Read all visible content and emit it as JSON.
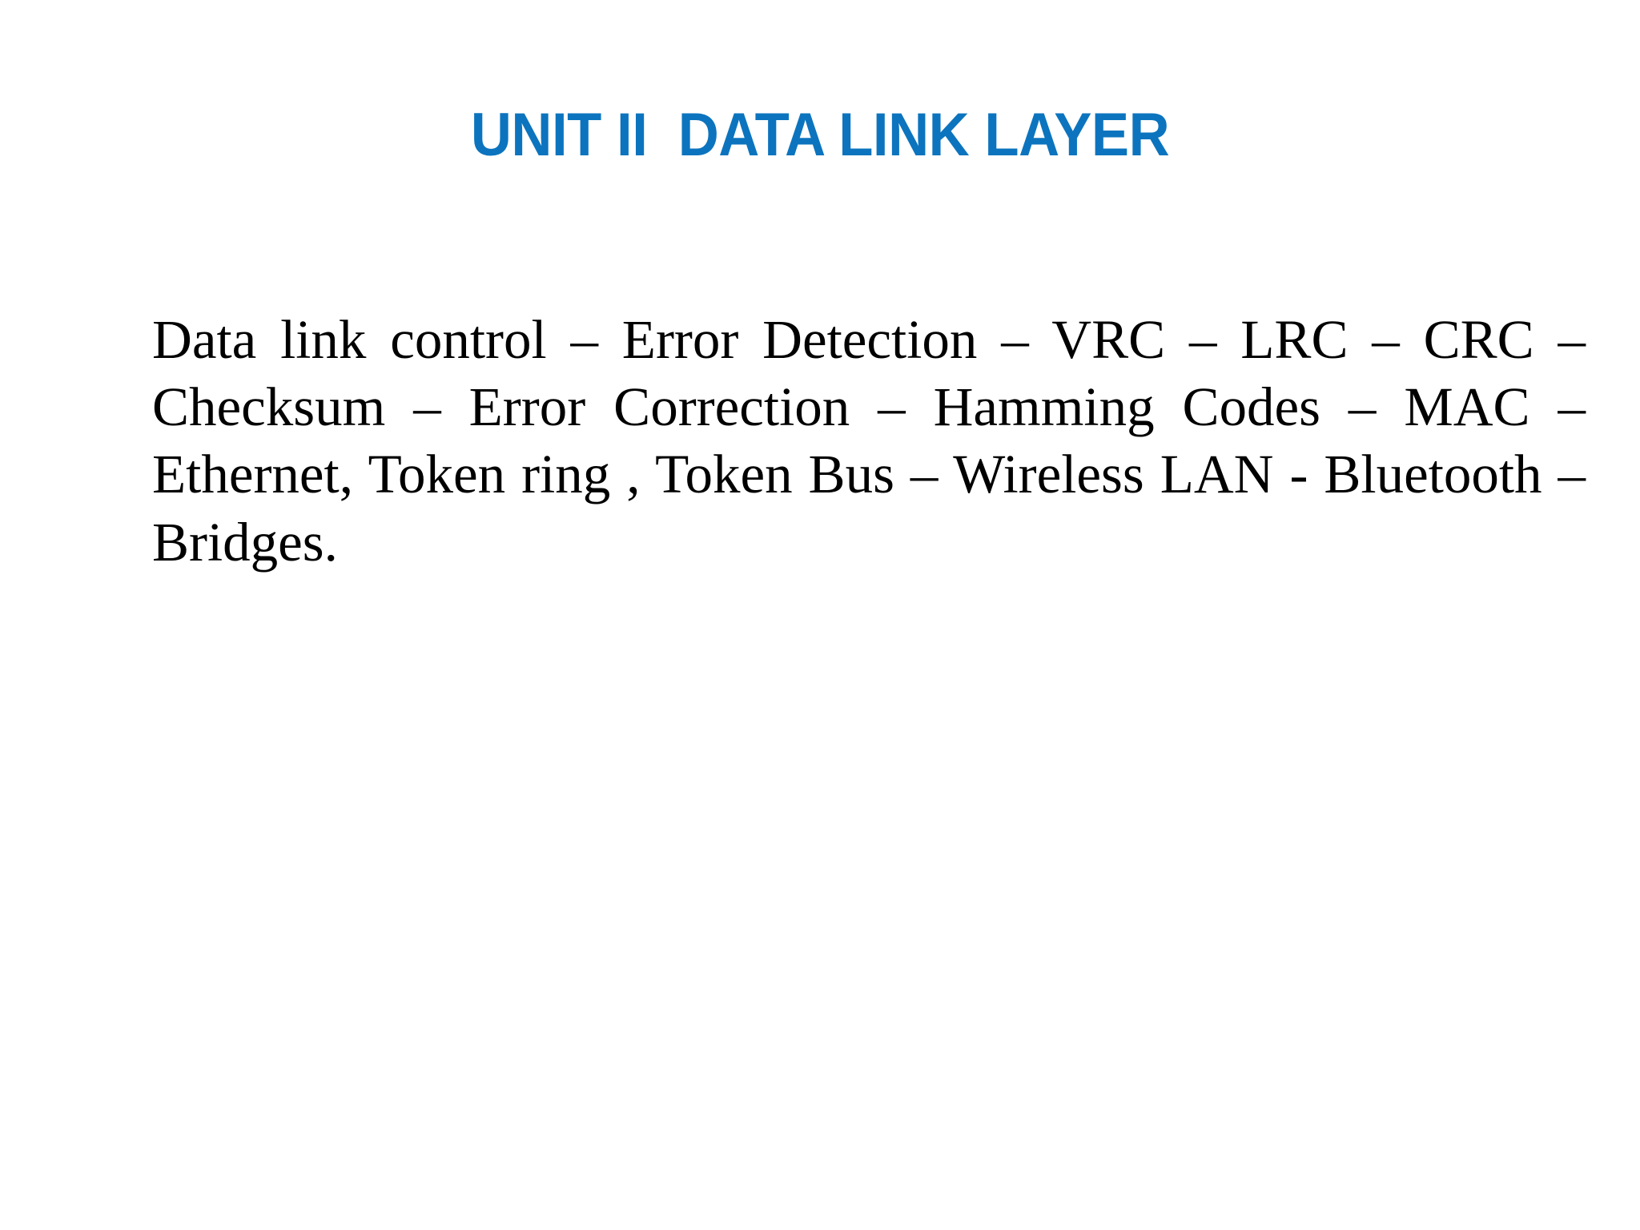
{
  "slide": {
    "background_color": "#ffffff",
    "title": {
      "text": "UNIT II  DATA LINK LAYER",
      "color": "#0c74be"
    },
    "body": {
      "text": "Data link control – Error Detection – VRC – LRC – CRC – Checksum – Error Correction – Hamming Codes – MAC – Ethernet, Token ring , Token Bus – Wireless LAN - Bluetooth –  Bridges.",
      "color": "#000000",
      "lines": [
        "Data link control – Error Detection – VRC",
        "– LRC – CRC – Checksum – Error",
        "Correction – Hamming Codes – MAC –",
        "Ethernet, Token ring , Token Bus –",
        "Wireless LAN - Bluetooth –  Bridges."
      ],
      "topics": [
        "Data link control",
        "Error Detection",
        "VRC",
        "LRC",
        "CRC",
        "Checksum",
        "Error Correction",
        "Hamming Codes",
        "MAC",
        "Ethernet",
        "Token ring",
        "Token Bus",
        "Wireless LAN",
        "Bluetooth",
        "Bridges"
      ]
    }
  }
}
